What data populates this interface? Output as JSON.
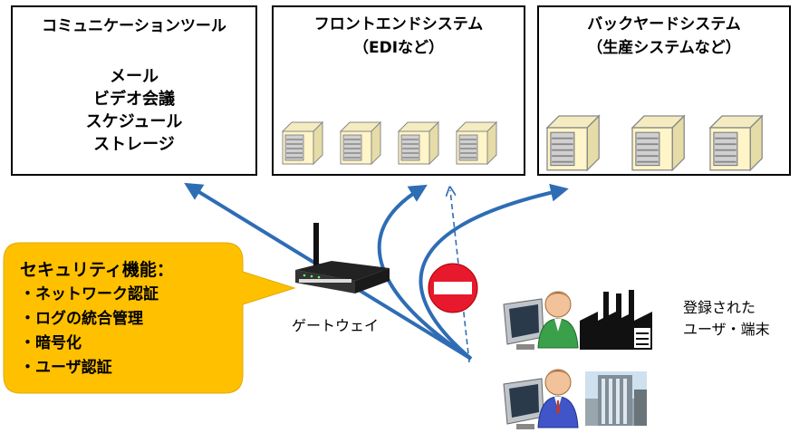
{
  "comm_box": {
    "title": "コミュニケーションツール",
    "items": [
      "メール",
      "ビデオ会議",
      "スケジュール",
      "ストレージ"
    ]
  },
  "front_box": {
    "title_line1": "フロントエンドシステム",
    "title_line2": "（EDIなど）"
  },
  "back_box": {
    "title_line1": "バックヤードシステム",
    "title_line2": "（生産システムなど）"
  },
  "security": {
    "title": "セキュリティ機能：",
    "items": [
      "・ネットワーク認証",
      "・ログの統合管理",
      "・暗号化",
      "・ユーザ認証"
    ]
  },
  "gateway": {
    "label": "ゲートウェイ"
  },
  "users": {
    "label_line1": "登録された",
    "label_line2": "ユーザ・端末"
  },
  "colors": {
    "callout": "#FFC000",
    "arrow": "#2E6DB4",
    "no_entry": "#E8192C",
    "server": "#FFF5C8"
  },
  "icons": [
    "server-icon",
    "router-icon",
    "no-entry-icon",
    "user-pc-icon",
    "factory-icon",
    "office-building-icon"
  ]
}
